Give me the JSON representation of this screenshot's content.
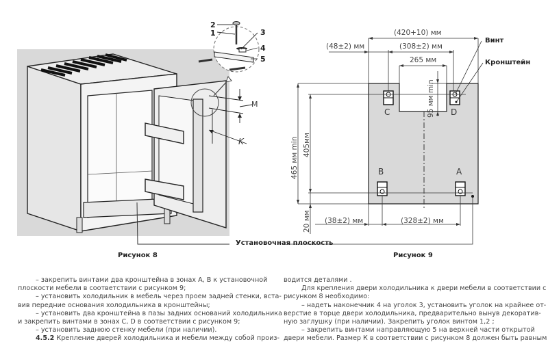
{
  "figure8": {
    "caption": "Рисунок 8",
    "callouts": [
      "1",
      "2",
      "3",
      "4",
      "5"
    ],
    "dim_m": "M",
    "dim_k": "K",
    "plane_label": "Установочная плоскость"
  },
  "figure9": {
    "caption": "Рисунок 9",
    "dim_total_width": "(420+10) мм",
    "dim_left_offset_top": "(48±2) мм",
    "dim_top_span": "(308±2) мм",
    "dim_cutout": "265 мм",
    "dim_cutout_depth": "95 мм min",
    "dim_height_total": "465 мм min",
    "dim_height_holes": "405мм",
    "dim_bottom": "20 мм",
    "dim_left_offset_bottom": "(38±2) мм",
    "dim_bottom_span": "(328±2) мм",
    "label_screw": "Винт",
    "label_bracket": "Кронштейн",
    "zones": [
      "C",
      "D",
      "B",
      "A"
    ]
  },
  "text_left": [
    {
      "text": "– закрепить винтами два кронштейна в зонах А, В к установочной",
      "indent": true
    },
    {
      "text": "плоскости мебели в соответствии с рисунком 9;",
      "indent": false
    },
    {
      "text": "– установить холодильник в мебель через проем задней стенки, вста-",
      "indent": true
    },
    {
      "text": "вив передние основания холодильника в кронштейны;",
      "indent": false
    },
    {
      "text": "– установить два кронштейна в пазы задних оснований холодильника",
      "indent": true
    },
    {
      "text": "и закрепить винтами в зонах С, D в соответствии с рисунком 9;",
      "indent": false
    },
    {
      "text": "– установить заднюю стенку мебели (при наличии).",
      "indent": true
    }
  ],
  "section": {
    "number": "4.5.2",
    "text": "Крепление дверей холодильника и мебели между собой произ-"
  },
  "text_right": [
    {
      "text": "водится деталями .",
      "indent": false
    },
    {
      "text": "Для крепления двери холодильника к двери мебели в соответствии с",
      "indent": true
    },
    {
      "text": "рисунком 8 необходимо:",
      "indent": false
    },
    {
      "text": "– надеть наконечник 4 на уголок 3, установить уголок на крайнее от-",
      "indent": true
    },
    {
      "text": "верстие в торце двери холодильника, предварительно вынув декоратив-",
      "indent": false
    },
    {
      "text": "ную заглушку (при наличии). Закрепить уголок винтом 1,2 ;",
      "indent": false
    },
    {
      "text": "– закрепить винтами направляющую 5 на верхней части открытой",
      "indent": true
    },
    {
      "text": "двери мебели. Размер К в соответствии с рисунком 8 должен быть равным",
      "indent": false
    }
  ],
  "colors": {
    "panel_gray": "#d9d9d9",
    "line": "#333333"
  }
}
